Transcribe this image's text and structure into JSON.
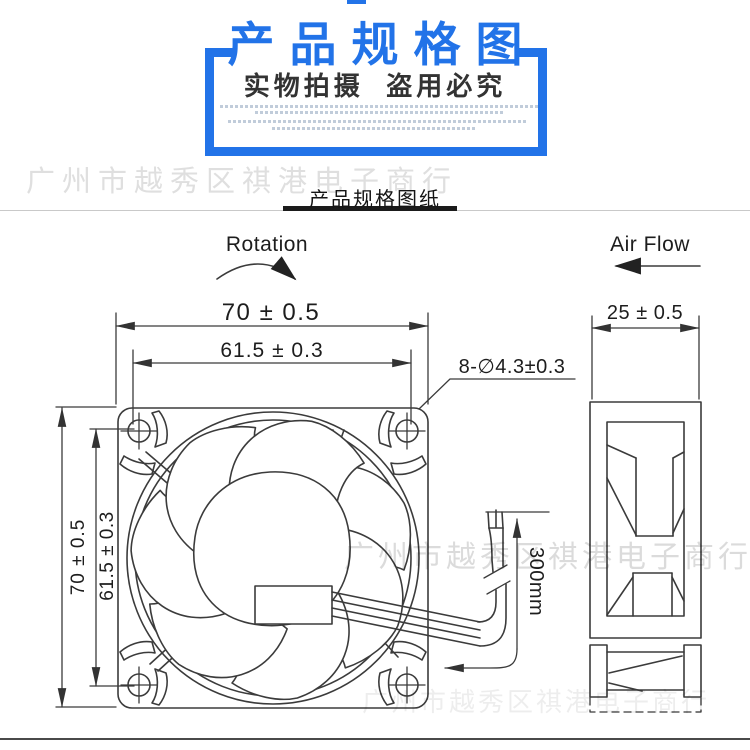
{
  "header": {
    "title": "产品规格图",
    "subtitle": "实物拍摄  盗用必究",
    "accent_color": "#2273e8"
  },
  "watermark": {
    "text": "广州市越秀区祺港电子商行"
  },
  "tab": {
    "label": "产品规格图纸"
  },
  "drawing": {
    "rotation_label": "Rotation",
    "airflow_label": "Air Flow",
    "dim_width_top": "70 ± 0.5",
    "dim_hole_spacing_top": "61.5 ± 0.3",
    "dim_height_left": "70 ± 0.5",
    "dim_hole_spacing_left": "61.5 ± 0.3",
    "dim_depth": "25 ± 0.5",
    "dim_mounting_holes": "8-∅4.3±0.3",
    "dim_wire_length": "300mm",
    "line_color": "#3b3b3b"
  }
}
